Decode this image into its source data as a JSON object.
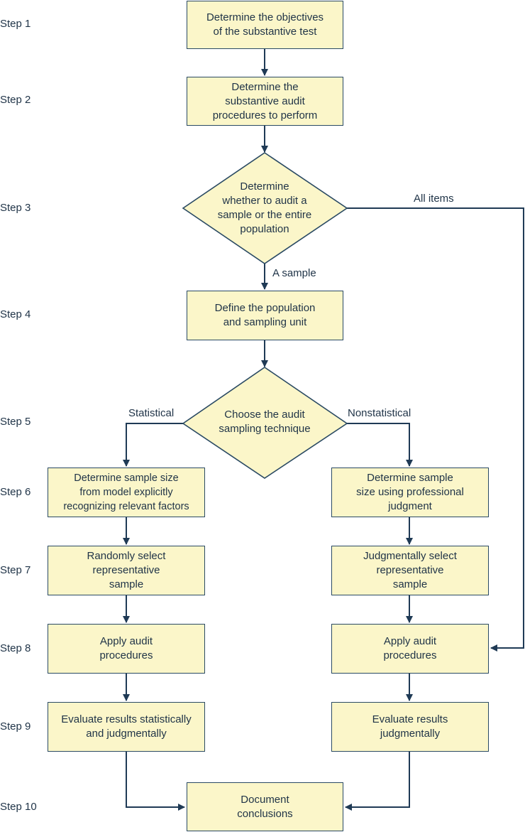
{
  "steps": [
    "Step 1",
    "Step 2",
    "Step 3",
    "Step 4",
    "Step 5",
    "Step 6",
    "Step 7",
    "Step 8",
    "Step 9",
    "Step 10"
  ],
  "nodes": {
    "objectives": "Determine the objectives\nof the substantive test",
    "procedures": "Determine the\nsubstantive audit\nprocedures to perform",
    "sample_or_population": "Determine\nwhether to audit a\nsample or the entire\npopulation",
    "define_population": "Define the population\nand sampling unit",
    "choose_technique": "Choose the audit\nsampling technique",
    "stat_sample_size": "Determine sample size\nfrom model explicitly\nrecognizing relevant factors",
    "nonstat_sample_size": "Determine sample\nsize using professional\njudgment",
    "random_select": "Randomly select\nrepresentative\nsample",
    "judgmental_select": "Judgmentally select\nrepresentative\nsample",
    "apply_left": "Apply audit\nprocedures",
    "apply_right": "Apply audit\nprocedures",
    "evaluate_stat": "Evaluate results statistically\nand judgmentally",
    "evaluate_judg": "Evaluate results\njudgmentally",
    "document": "Document\nconclusions"
  },
  "edge_labels": {
    "all_items": "All items",
    "a_sample": "A sample",
    "statistical": "Statistical",
    "nonstatistical": "Nonstatistical"
  },
  "colors": {
    "box_fill": "#fbf6c9",
    "line": "#1f3a55",
    "text": "#1f3347"
  }
}
